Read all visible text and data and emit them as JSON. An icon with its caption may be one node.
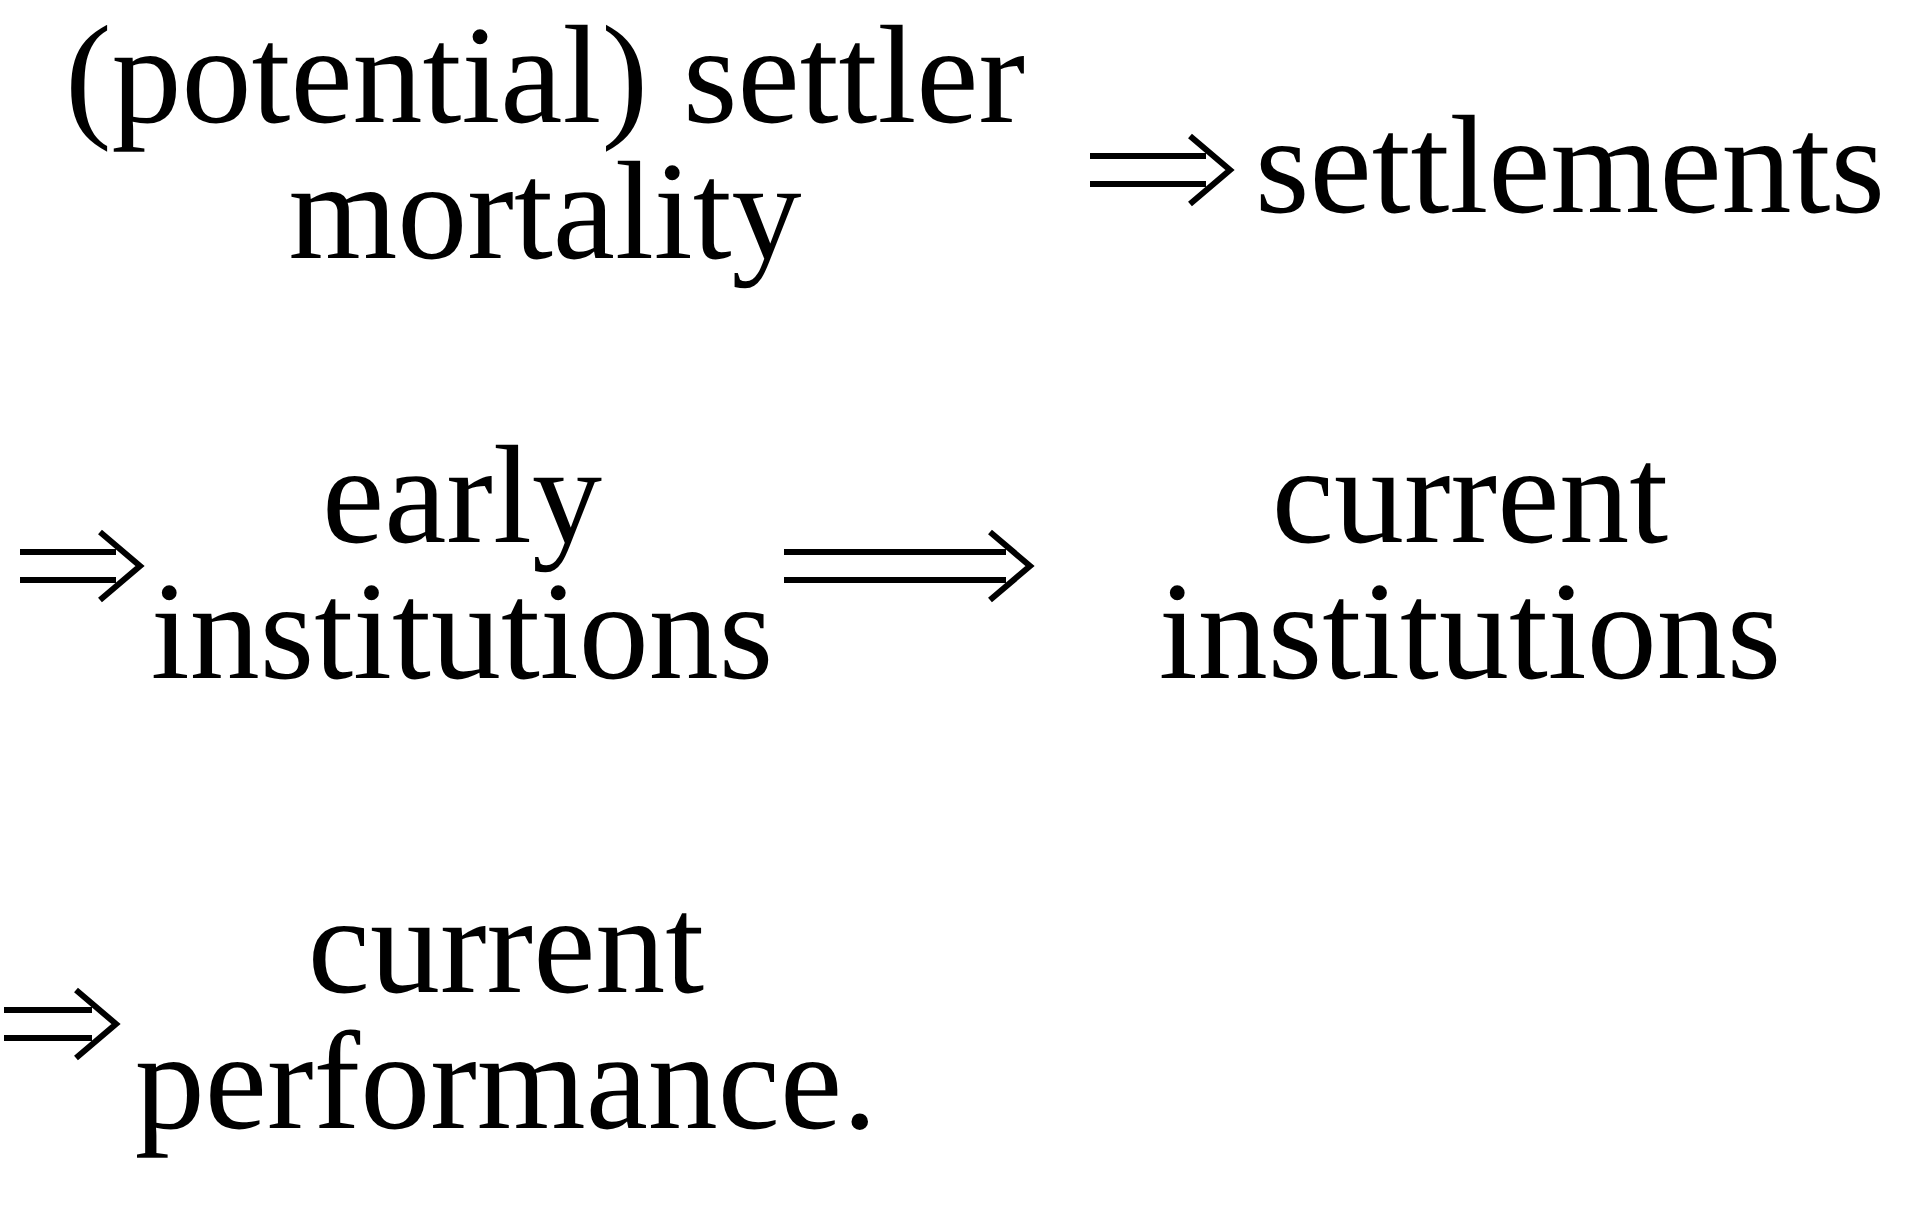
{
  "diagram": {
    "nodes": [
      {
        "text": [
          "(potential) settler mortality"
        ]
      },
      {
        "text": [
          "settlements"
        ]
      },
      {
        "text": [
          "early institutions"
        ]
      },
      {
        "text": [
          "current institutions"
        ]
      },
      {
        "text": [
          "current performance."
        ]
      }
    ],
    "edges": [
      {
        "from": 0,
        "to": 1,
        "arrow": "to"
      },
      {
        "from": null,
        "to": 2,
        "arrow": "to"
      },
      {
        "from": 2,
        "to": 3,
        "arrow": "to"
      },
      {
        "from": null,
        "to": 4,
        "arrow": "to"
      }
    ]
  }
}
